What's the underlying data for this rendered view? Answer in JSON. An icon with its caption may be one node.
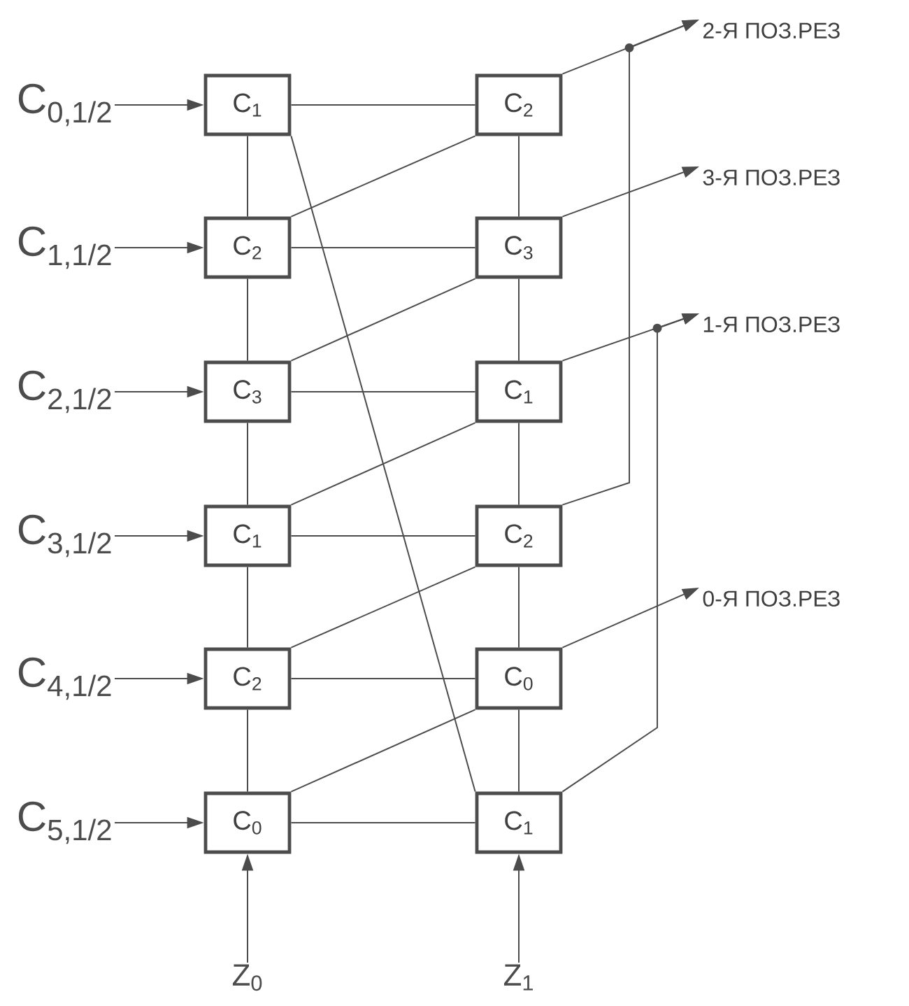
{
  "diagram": {
    "nodes": [
      {
        "text": [
          "C$_{1}$"
        ]
      },
      {
        "text": [
          "C$_{2}$"
        ]
      },
      {
        "text": [
          "C$_{3}$"
        ]
      },
      {
        "text": [
          "C$_{1}$"
        ]
      },
      {
        "text": [
          "C$_{2}$"
        ]
      },
      {
        "text": [
          "C$_{0}$"
        ]
      },
      {
        "text": [
          "C$_{2}$"
        ]
      },
      {
        "text": [
          "C$_{3}$"
        ]
      },
      {
        "text": [
          "C$_{1}$"
        ]
      },
      {
        "text": [
          "C$_{2}$"
        ]
      },
      {
        "text": [
          "C$_{0}$"
        ]
      },
      {
        "text": [
          "C$_{1}$"
        ]
      },
      {
        "text": [
          "C$_{0,1/2}$"
        ]
      },
      {
        "text": [
          "C$_{1,1/2}$"
        ]
      },
      {
        "text": [
          "C$_{2,1/2}$"
        ]
      },
      {
        "text": [
          "C$_{3,1/2}$"
        ]
      },
      {
        "text": [
          "C$_{4,1/2}$"
        ]
      },
      {
        "text": [
          "C$_{5,1/2}$"
        ]
      },
      {
        "text": [
          "2-Я ПОЗ.РЕЗ"
        ]
      },
      {
        "text": [
          "3-Я ПОЗ.РЕЗ"
        ]
      },
      {
        "text": [
          "1-Я ПОЗ.РЕЗ"
        ]
      },
      {
        "text": [
          "0-Я ПОЗ.РЕЗ"
        ]
      },
      {
        "text": [
          "Z$_{0}$"
        ]
      },
      {
        "text": [
          "Z$_{1}$"
        ]
      }
    ],
    "edges": [
      {
        "from": 12,
        "to": 0,
        "arrow": "to"
      },
      {
        "from": 13,
        "to": 1,
        "arrow": "to"
      },
      {
        "from": 14,
        "to": 2,
        "arrow": "to"
      },
      {
        "from": 15,
        "to": 3,
        "arrow": "to"
      },
      {
        "from": 16,
        "to": 4,
        "arrow": "to"
      },
      {
        "from": 17,
        "to": 5,
        "arrow": "to"
      },
      {
        "from": 0,
        "to": 6,
        "arrow": "none"
      },
      {
        "from": 1,
        "to": 7,
        "arrow": "none"
      },
      {
        "from": 2,
        "to": 8,
        "arrow": "none"
      },
      {
        "from": 3,
        "to": 9,
        "arrow": "none"
      },
      {
        "from": 4,
        "to": 10,
        "arrow": "none"
      },
      {
        "from": 5,
        "to": 11,
        "arrow": "none"
      },
      {
        "from": 0,
        "to": 1,
        "arrow": "none"
      },
      {
        "from": 1,
        "to": 2,
        "arrow": "none"
      },
      {
        "from": 2,
        "to": 3,
        "arrow": "none"
      },
      {
        "from": 3,
        "to": 4,
        "arrow": "none"
      },
      {
        "from": 4,
        "to": 5,
        "arrow": "none"
      },
      {
        "from": 6,
        "to": 7,
        "arrow": "none"
      },
      {
        "from": 7,
        "to": 8,
        "arrow": "none"
      },
      {
        "from": 8,
        "to": 9,
        "arrow": "none"
      },
      {
        "from": 9,
        "to": 10,
        "arrow": "none"
      },
      {
        "from": 10,
        "to": 11,
        "arrow": "none"
      },
      {
        "from": 1,
        "to": 6,
        "arrow": "none"
      },
      {
        "from": 2,
        "to": 7,
        "arrow": "none"
      },
      {
        "from": 3,
        "to": 8,
        "arrow": "none"
      },
      {
        "from": 4,
        "to": 9,
        "arrow": "none"
      },
      {
        "from": 5,
        "to": 10,
        "arrow": "none"
      },
      {
        "from": 0,
        "to": 11,
        "arrow": "none"
      },
      {
        "from": 6,
        "to": 18,
        "arrow": "to"
      },
      {
        "from": 7,
        "to": 19,
        "arrow": "to"
      },
      {
        "from": 8,
        "to": 20,
        "arrow": "to"
      },
      {
        "from": 10,
        "to": 21,
        "arrow": "to"
      },
      {
        "from": 9,
        "to": 18,
        "arrow": "to"
      },
      {
        "from": 11,
        "to": 20,
        "arrow": "to"
      },
      {
        "from": 22,
        "to": 5,
        "arrow": "to"
      },
      {
        "from": 23,
        "to": 11,
        "arrow": "to"
      }
    ]
  }
}
